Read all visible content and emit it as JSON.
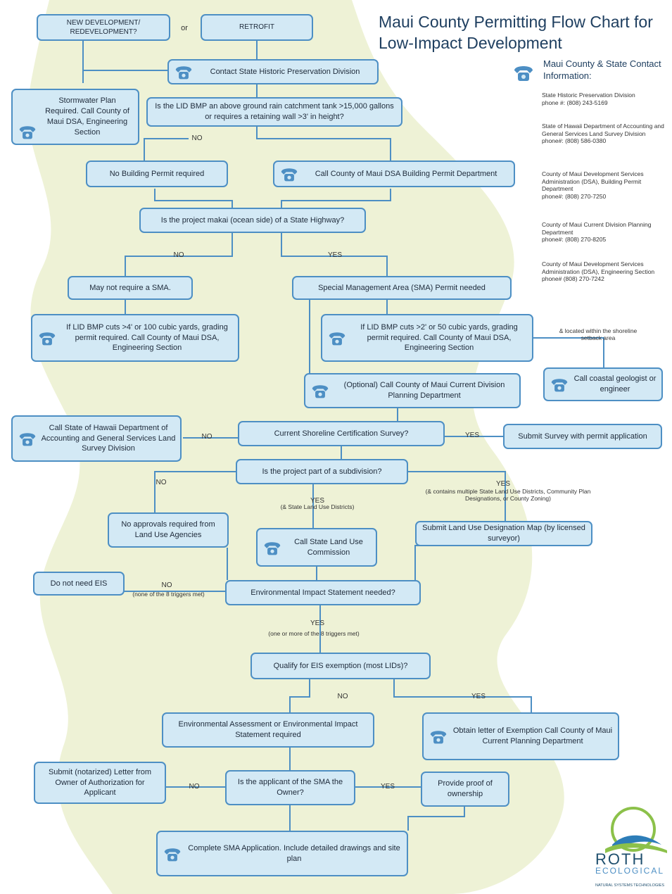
{
  "title": "Maui County Permitting Flow Chart for Low-Impact Development",
  "contact_heading": "Maui County & State Contact Information:",
  "contacts": [
    {
      "name": "State Historic Preservation Division",
      "phone": "phone #: (808) 243-5169"
    },
    {
      "name": "State of Hawaii Department of Accounting and General Services Land Survey Division",
      "phone": "phone#: (808) 586-0380"
    },
    {
      "name": "County of Maui Development Services Administration (DSA), Building Permit Department",
      "phone": "phone#: (808) 270-7250"
    },
    {
      "name": "County of Maui Current Division Planning Department",
      "phone": "phone#: (808) 270-8205"
    },
    {
      "name": "County of Maui Development Services Administration (DSA), Engineering Section",
      "phone": "phone# (808) 270-7242"
    }
  ],
  "nodes": {
    "new_dev": "NEW DEVELOPMENT/ REDEVELOPMENT?",
    "or": "or",
    "retrofit": "RETROFIT",
    "shpd": "Contact State Historic Preservation Division",
    "stormwater": "Stormwater Plan Required. Call County of Maui DSA, Engineering Section",
    "lid_tank": "Is the LID BMP an above ground rain catchment tank >15,000 gallons or requires a retaining wall >3' in height?",
    "no_building": "No Building Permit required",
    "building_dept": "Call County of Maui DSA Building Permit Department",
    "makai": "Is the project makai (ocean side) of a State Highway?",
    "may_not_sma": "May not require a SMA.",
    "sma_needed": "Special Management Area (SMA) Permit needed",
    "grading_4": "If LID BMP cuts >4' or 100 cubic yards, grading permit required. Call County of Maui DSA, Engineering Section",
    "grading_2": "If LID BMP cuts >2' or 50 cubic yards, grading permit required. Call County of Maui DSA, Engineering Section",
    "geologist": "Call coastal geologist or engineer",
    "optional_planning": "(Optional) Call County of Maui Current Division Planning Department",
    "land_survey": "Call State of Hawaii Department of Accounting and General Services Land Survey Division",
    "shoreline": "Current Shoreline Certification Survey?",
    "submit_survey": "Submit Survey with permit application",
    "subdivision": "Is the project part of a subdivision?",
    "no_approvals": "No approvals required from Land Use Agencies",
    "state_land_use": "Call State Land Use Commission",
    "land_use_map": "Submit Land Use Designation Map (by licensed surveyor)",
    "no_eis": "Do not need EIS",
    "eis_needed": "Environmental Impact Statement needed?",
    "eis_exemption": "Qualify for EIS exemption (most LIDs)?",
    "ea_required": "Environmental Assessment or Environmental Impact Statement required",
    "exemption_letter": "Obtain letter of Exemption Call County of Maui Current Planning Department",
    "notarized": "Submit (notarized) Letter from Owner of Authorization for Applicant",
    "applicant_owner": "Is the applicant of the SMA the Owner?",
    "proof": "Provide proof of ownership",
    "complete": "Complete SMA Application. Include detailed drawings and site plan"
  },
  "labels": {
    "no_tank": "NO",
    "no_makai": "NO",
    "yes_makai": "YES",
    "shoreline_setback": "& located within the shoreline setback area",
    "no_shoreline": "NO",
    "yes_shoreline": "YES",
    "no_subdivision": "NO",
    "yes_subdivision_left": "YES",
    "yes_subdivision_left_note": "(& State Land Use Districts)",
    "yes_subdivision_right": "YES",
    "yes_subdivision_right_note": "(& contains multiple State Land Use Districts, Community Plan Designations, or County Zoning)",
    "no_eis_label": "NO",
    "no_eis_note": "(none of the 8 triggers met)",
    "yes_eis_label": "YES",
    "yes_eis_note": "(one or more of the 8 triggers met)",
    "no_exemption": "NO",
    "yes_exemption": "YES",
    "no_owner": "NO",
    "yes_owner": "YES"
  },
  "logo": {
    "word": "ROTH",
    "sub": "ECOLOGICAL",
    "tag": "NATURAL SYSTEMS TECHNOLOGIES"
  },
  "colors": {
    "box_fill": "#d3e9f5",
    "box_border": "#4d8fc4",
    "lines": "#4d8fc4",
    "background_shape": "#eef2d6",
    "title": "#1f3f60"
  },
  "icons": {
    "phone": "telephone-icon"
  }
}
